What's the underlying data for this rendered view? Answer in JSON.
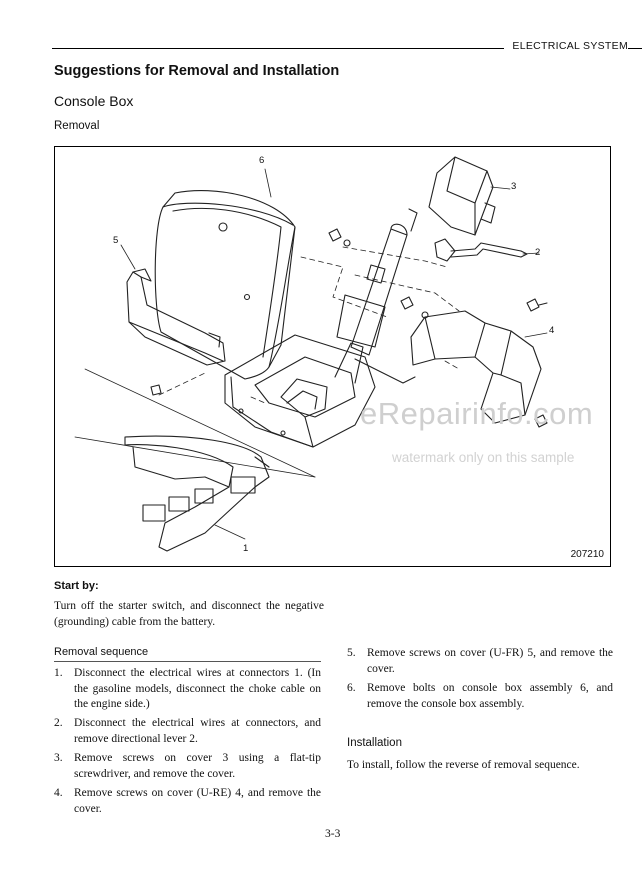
{
  "header": {
    "section": "ELECTRICAL SYSTEM"
  },
  "heading_main": "Suggestions for Removal and Installation",
  "heading_sub": "Console Box",
  "heading_removal": "Removal",
  "figure": {
    "code": "207210",
    "callouts": [
      "1",
      "2",
      "3",
      "4",
      "5",
      "6"
    ]
  },
  "watermark": {
    "line1": "eRepairinfo.com",
    "line2": "watermark only on this sample"
  },
  "start_by": {
    "label": "Start by:",
    "text": "Turn off the starter switch, and disconnect the negative (grounding) cable from the battery."
  },
  "removal_sequence": {
    "heading": "Removal sequence",
    "steps": [
      {
        "num": "1.",
        "text": "Disconnect the electrical wires at connectors 1. (In the gasoline models, disconnect the choke cable on the engine side.)"
      },
      {
        "num": "2.",
        "text": "Disconnect the electrical wires at connectors, and remove directional lever 2."
      },
      {
        "num": "3.",
        "text": "Remove screws on cover 3 using a flat-tip screwdriver, and remove the cover."
      },
      {
        "num": "4.",
        "text": "Remove screws on cover (U-RE) 4, and remove the cover."
      },
      {
        "num": "5.",
        "text": "Remove screws on cover (U-FR) 5, and remove the cover."
      },
      {
        "num": "6.",
        "text": "Remove bolts on console box assembly 6, and remove the console box assembly."
      }
    ]
  },
  "installation": {
    "heading": "Installation",
    "text": "To install, follow the reverse of removal sequence."
  },
  "page_number": "3-3"
}
